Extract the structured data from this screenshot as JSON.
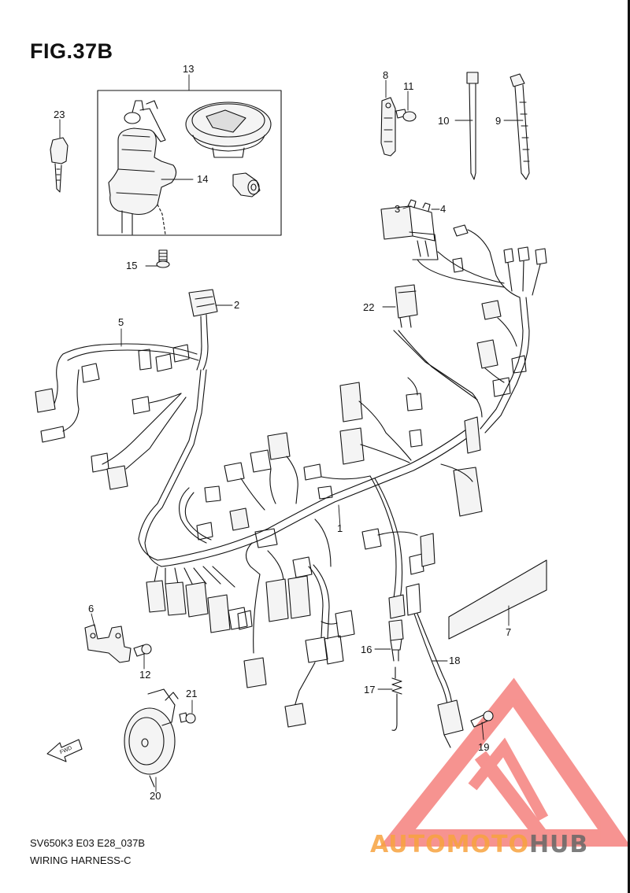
{
  "figure": {
    "title": "FIG.37B",
    "model_code": "SV650K3 E03 E28_037B",
    "subtitle": "WIRING HARNESS-C",
    "fwd_label": "FWD"
  },
  "callouts": [
    {
      "num": "1"
    },
    {
      "num": "2"
    },
    {
      "num": "3"
    },
    {
      "num": "4"
    },
    {
      "num": "5"
    },
    {
      "num": "6"
    },
    {
      "num": "7"
    },
    {
      "num": "8"
    },
    {
      "num": "9"
    },
    {
      "num": "10"
    },
    {
      "num": "11"
    },
    {
      "num": "12"
    },
    {
      "num": "13"
    },
    {
      "num": "14"
    },
    {
      "num": "15"
    },
    {
      "num": "16"
    },
    {
      "num": "17"
    },
    {
      "num": "18"
    },
    {
      "num": "19"
    },
    {
      "num": "20"
    },
    {
      "num": "21"
    },
    {
      "num": "22"
    },
    {
      "num": "23"
    }
  ],
  "watermark": {
    "part1": "AUTOMOTO",
    "part2": "HUB",
    "color1": "#f7a23e",
    "color2": "#666666",
    "triangle_color": "#ef3b36"
  },
  "colors": {
    "line": "#111111",
    "background": "#ffffff"
  }
}
